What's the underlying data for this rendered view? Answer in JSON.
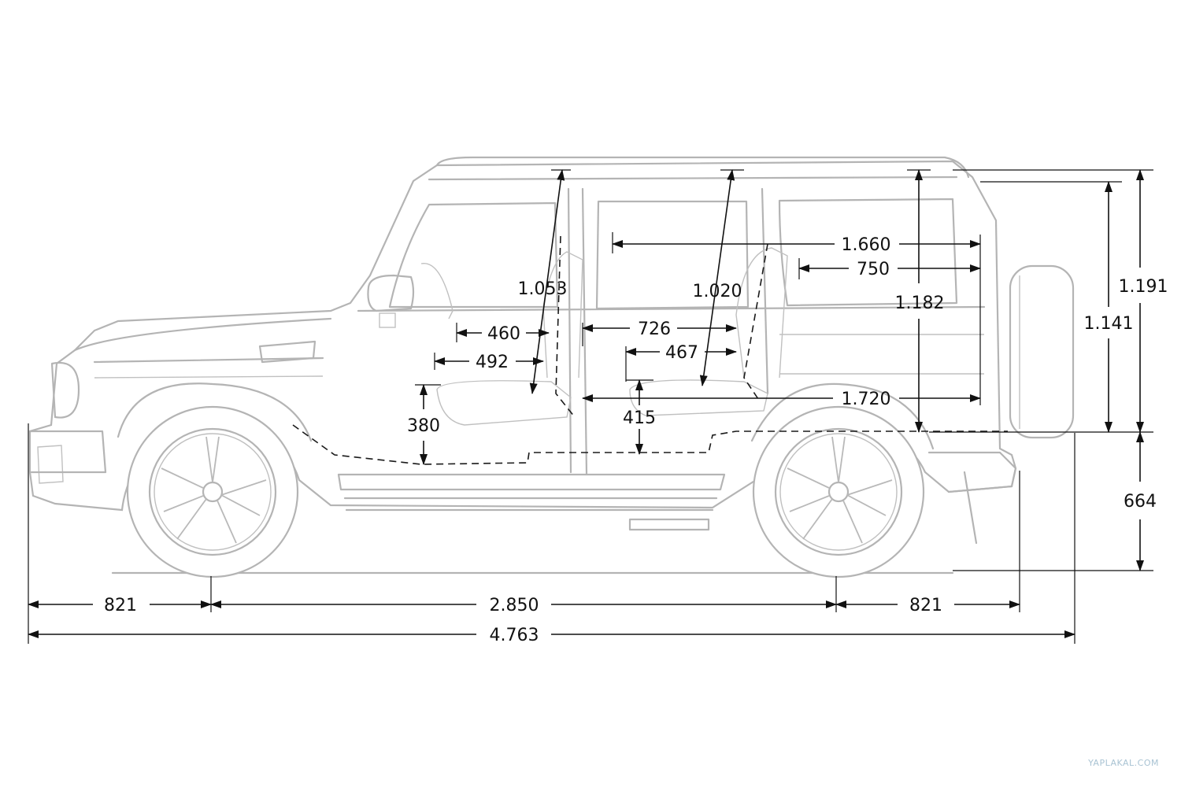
{
  "dimensions": {
    "front_overhang": "821",
    "wheelbase": "2.850",
    "rear_overhang": "821",
    "overall_length": "4.763",
    "ground_to_tire_top": "664",
    "height_to_tire_top": "1.141",
    "total_height": "1.191",
    "front_headroom": "1.053",
    "rear_headroom": "1.020",
    "cargo_height": "1.182",
    "cargo_length_upper": "1.660",
    "cargo_length_rear": "750",
    "cargo_length_floor": "1.720",
    "front_seat_depth": "460",
    "front_legroom": "492",
    "front_seat_height": "380",
    "rear_entry_width": "726",
    "rear_seat_depth": "467",
    "rear_seat_height": "415"
  },
  "watermark": "YAPLAKAL.COM",
  "colors": {
    "vehicle_outline": "#b4b4b4",
    "dimension_lines": "#111111",
    "watermark": "#a9c3d3"
  },
  "icons": {
    "arrowheads": "filled-triangle",
    "wheel_emblem": "three-pointed-star-icon"
  }
}
